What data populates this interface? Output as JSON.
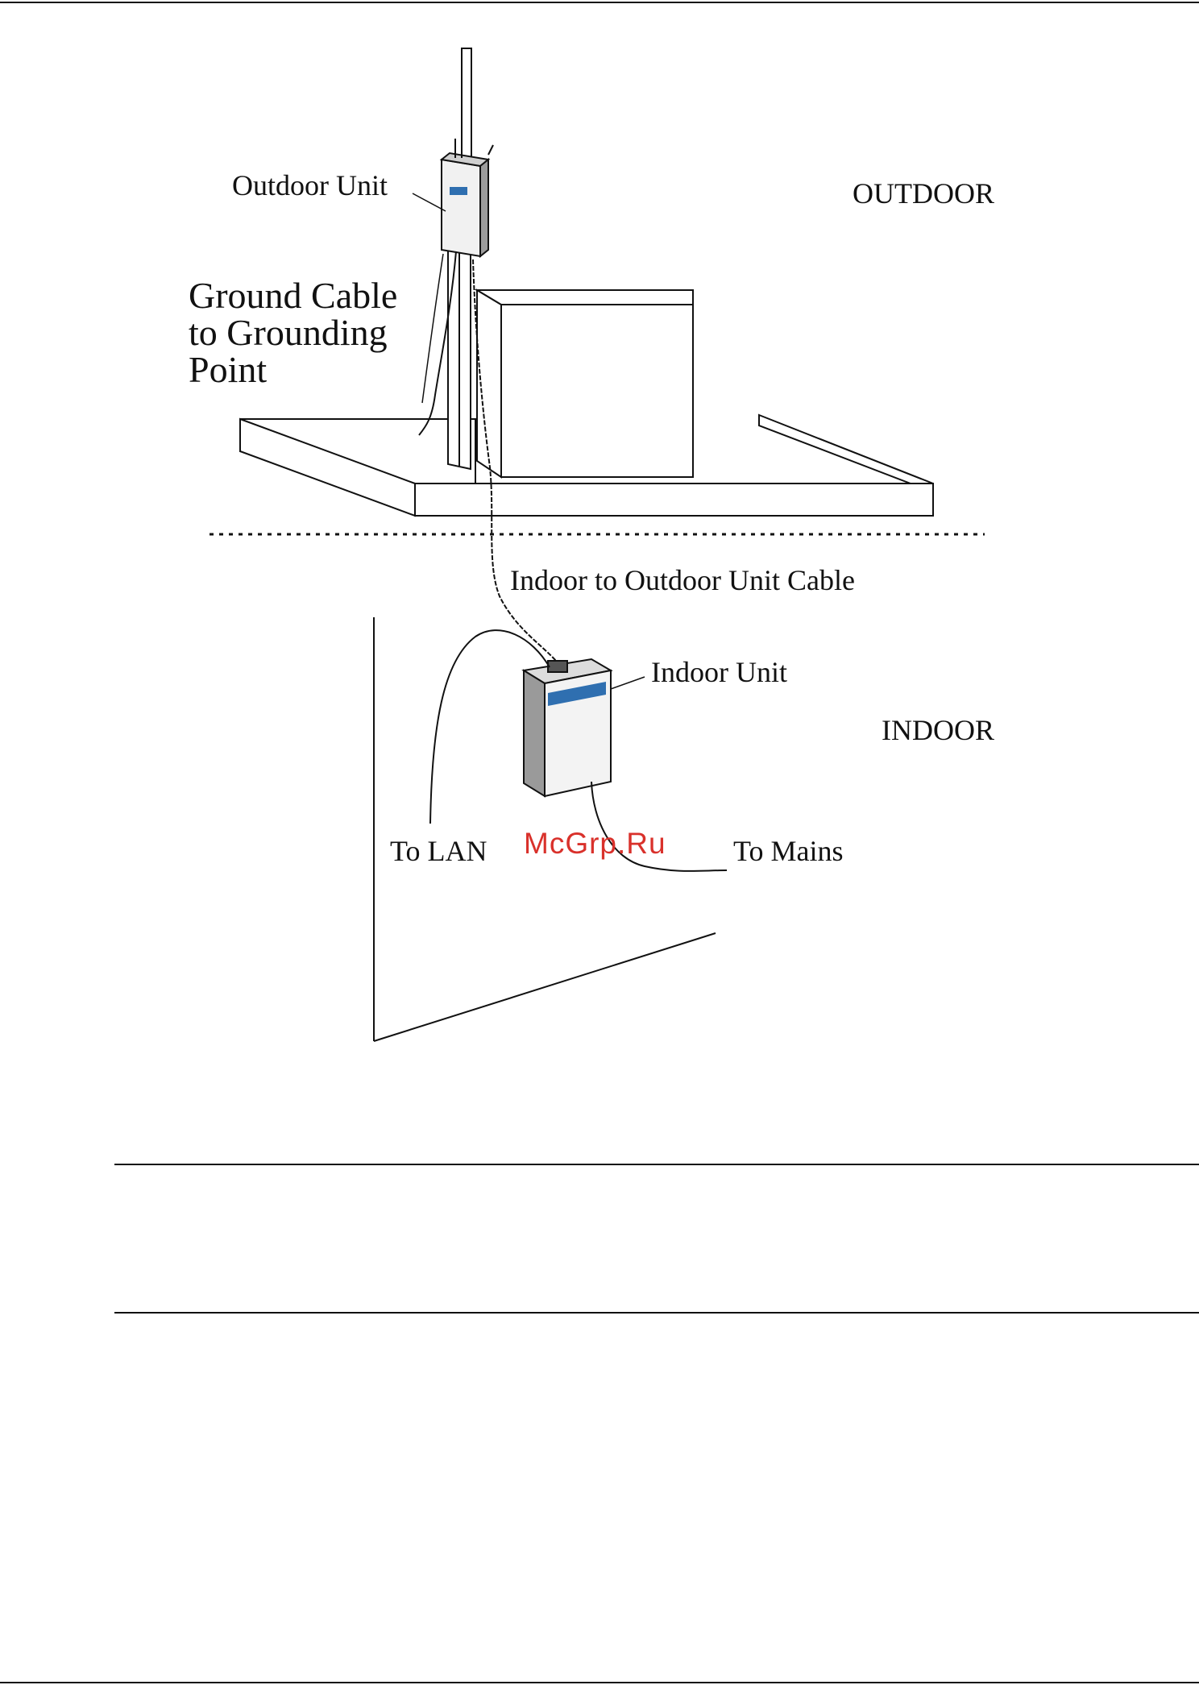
{
  "labels": {
    "outdoor_unit": "Outdoor Unit",
    "outdoor": "OUTDOOR",
    "ground_cable_line1": "Ground Cable",
    "ground_cable_line2": "to Grounding",
    "ground_cable_line3": "Point",
    "indoor_to_outdoor_cable": "Indoor to Outdoor Unit Cable",
    "indoor_unit": "Indoor Unit",
    "indoor": "INDOOR",
    "to_lan": "To LAN",
    "to_mains": "To Mains"
  },
  "watermark": "McGrp.Ru",
  "colors": {
    "line": "#111111",
    "watermark": "#d9312b",
    "unit_accent": "#2f6fb0"
  }
}
